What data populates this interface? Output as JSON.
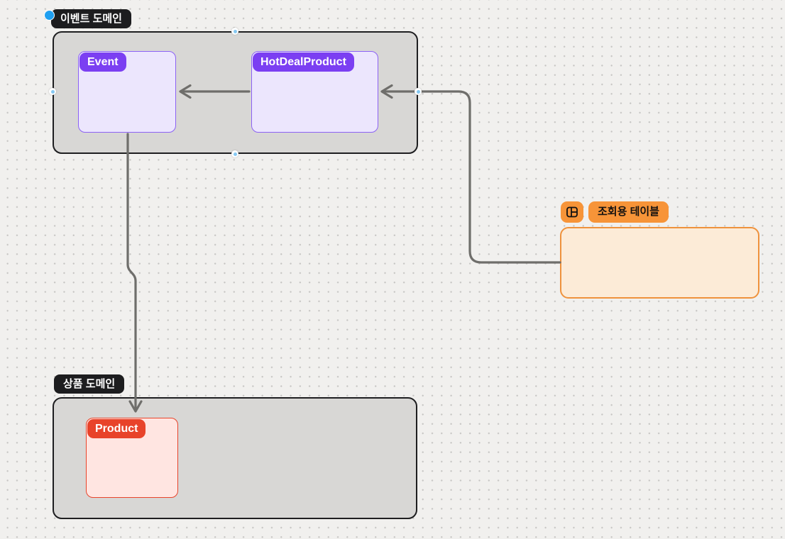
{
  "canvas": {
    "background_color": "#f1f0ee",
    "grid_dot_color": "#c6c5c3"
  },
  "event_domain": {
    "label": "이벤트 도메인",
    "presence_dot_color": "#1f9ff0",
    "container_fill": "#d8d7d5",
    "container_border": "#1e1e20",
    "nodes": {
      "event": {
        "label": "Event"
      },
      "hot_deal_product": {
        "label": "HotDealProduct"
      }
    },
    "node_colors": {
      "fill": "#ece6fd",
      "border": "#8c62f5",
      "pill": "#7b3ff2"
    }
  },
  "product_domain": {
    "label": "상품 도메인",
    "container_fill": "#d8d7d5",
    "container_border": "#1e1e20",
    "nodes": {
      "product": {
        "label": "Product"
      }
    },
    "node_colors": {
      "fill": "#ffe5e1",
      "border": "#e8432a",
      "pill": "#e8432a"
    }
  },
  "lookup_table": {
    "label": "조회용 테이블",
    "icon": "table-layout-icon",
    "pill_color": "#f79438",
    "text_color": "#151210",
    "box_fill": "#fcebd7",
    "box_border": "#ef923c"
  },
  "connectors": {
    "color": "#6f6e6b",
    "items": [
      {
        "from": "HotDealProduct",
        "to": "Event"
      },
      {
        "from": "조회용 테이블",
        "to": "HotDealProduct"
      },
      {
        "from": "Event",
        "to": "Product"
      }
    ]
  }
}
